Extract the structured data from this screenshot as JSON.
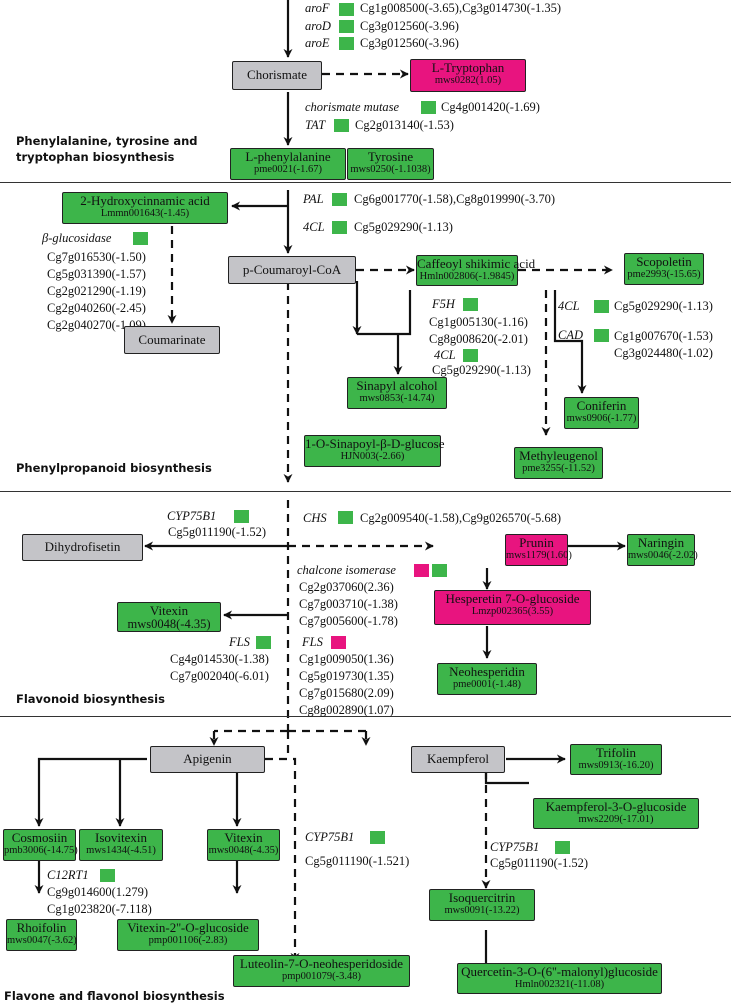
{
  "colors": {
    "down_regulated": "#3db54a",
    "up_regulated": "#e8147f",
    "not_measured": "#c4c4c8"
  },
  "sections": {
    "s1_l1": "Phenylalanine, tyrosine and",
    "s1_l2": "tryptophan biosynthesis",
    "s2": "Phenylpropanoid biosynthesis",
    "s3": "Flavonoid biosynthesis",
    "s4": "Flavone and flavonol biosynthesis"
  },
  "nodes": {
    "chorismate": {
      "name": "Chorismate"
    },
    "tryptophan": {
      "name": "L-Tryptophan",
      "id": "mws0282(1.05)"
    },
    "phe": {
      "name": "L-phenylalanine",
      "id": "pme0021(-1.67)"
    },
    "tyr": {
      "name": "Tyrosine",
      "id": "mws0250(-1.1038)"
    },
    "hca": {
      "name": "2-Hydroxycinnamic acid",
      "id": "Lmmn001643(-1.45)"
    },
    "pcoa": {
      "name": "p-Coumaroyl-CoA"
    },
    "csa": {
      "name": "Caffeoyl shikimic acid",
      "id": "Hmln002806(-1.9845)"
    },
    "scop": {
      "name": "Scopoletin",
      "id": "pme2993(-15.65)"
    },
    "coum": {
      "name": "Coumarinate"
    },
    "sinal": {
      "name": "Sinapyl alcohol",
      "id": "mws0853(-14.74)"
    },
    "conif": {
      "name": "Coniferin",
      "id": "mws0906(-1.77)"
    },
    "sglu": {
      "name": "1-O-Sinapoyl-β-D-glucose",
      "id": "HJN003(-2.66)"
    },
    "meug": {
      "name": "Methyleugenol",
      "id": "pme3255(-11.52)"
    },
    "dhf": {
      "name": "Dihydrofisetin"
    },
    "prunin": {
      "name": "Prunin",
      "id": "mws1179(1.60)"
    },
    "naringin": {
      "name": "Naringin",
      "id": "mws0046(-2.02)"
    },
    "hesp": {
      "name": "Hesperetin 7-O-glucoside",
      "id": "Lmzp002365(3.55)"
    },
    "vitexin1": {
      "name": "Vitexin",
      "id": "mws0048(-4.35)"
    },
    "neoh": {
      "name": "Neohesperidin",
      "id": "pme0001(-1.48)"
    },
    "apig": {
      "name": "Apigenin"
    },
    "kaem": {
      "name": "Kaempferol"
    },
    "trif": {
      "name": "Trifolin",
      "id": "mws0913(-16.20)"
    },
    "k3g": {
      "name": "Kaempferol-3-O-glucoside",
      "id": "mws2209(-17.01)"
    },
    "cosm": {
      "name": "Cosmosiin",
      "id": "pmb3006(-14.75)"
    },
    "isov": {
      "name": "Isovitexin",
      "id": "mws1434(-4.51)"
    },
    "vitexin2": {
      "name": "Vitexin",
      "id": "mws0048(-4.35)"
    },
    "isoq": {
      "name": "Isoquercitrin",
      "id": "mws0091(-13.22)"
    },
    "rhoi": {
      "name": "Rhoifolin",
      "id": "mws0047(-3.62)"
    },
    "v2g": {
      "name": "Vitexin-2''-O-glucoside",
      "id": "pmp001106(-2.83)"
    },
    "lut": {
      "name": "Luteolin-7-O-neohesperidoside",
      "id": "pmp001079(-3.48)"
    },
    "q3m": {
      "name": "Quercetin-3-O-(6''-malonyl)glucoside",
      "id": "Hmln002321(-11.08)"
    }
  },
  "genes": {
    "aroF": {
      "enzyme": "aroF",
      "ids": "Cg1g008500(-3.65),Cg3g014730(-1.35)"
    },
    "aroD": {
      "enzyme": "aroD",
      "ids": "Cg3g012560(-3.96)"
    },
    "aroE": {
      "enzyme": "aroE",
      "ids": "Cg3g012560(-3.96)"
    },
    "cm": {
      "enzyme": "chorismate mutase",
      "ids": "Cg4g001420(-1.69)"
    },
    "tat": {
      "enzyme": "TAT",
      "ids": "Cg2g013140(-1.53)"
    },
    "pal": {
      "enzyme": "PAL",
      "ids": "Cg6g001770(-1.58),Cg8g019990(-3.70)"
    },
    "cl4a": {
      "enzyme": "4CL",
      "ids": "Cg5g029290(-1.13)"
    },
    "bglu": {
      "enzyme": "β-glucosidase",
      "g1": "Cg7g016530(-1.50)",
      "g2": "Cg5g031390(-1.57)",
      "g3": "Cg2g021290(-1.19)",
      "g4": "Cg2g040260(-2.45)",
      "g5": "Cg2g040270(-1.09)"
    },
    "f5h": {
      "enzyme": "F5H",
      "g1": "Cg1g005130(-1.16)",
      "g2": "Cg8g008620(-2.01)"
    },
    "cl4b": {
      "enzyme": "4CL",
      "ids": "Cg5g029290(-1.13)"
    },
    "cl4c": {
      "enzyme": "4CL",
      "ids": "Cg5g029290(-1.13)"
    },
    "cad": {
      "enzyme": "CAD",
      "g1": "Cg1g007670(-1.53)",
      "g2": "Cg3g024480(-1.02)"
    },
    "cypA": {
      "enzyme": "CYP75B1",
      "ids": "Cg5g011190(-1.52)"
    },
    "chs": {
      "enzyme": "CHS",
      "ids": "Cg2g009540(-1.58),Cg9g026570(-5.68)"
    },
    "chi": {
      "enzyme": "chalcone isomerase",
      "g1": "Cg2g037060(2.36)",
      "g2": "Cg7g003710(-1.38)",
      "g3": "Cg7g005600(-1.78)"
    },
    "flsA": {
      "enzyme": "FLS",
      "g1": "Cg4g014530(-1.38)",
      "g2": "Cg7g002040(-6.01)"
    },
    "flsB": {
      "enzyme": "FLS",
      "g1": "Cg1g009050(1.36)",
      "g2": "Cg5g019730(1.35)",
      "g3": "Cg7g015680(2.09)",
      "g4": "Cg8g002890(1.07)"
    },
    "cypB": {
      "enzyme": "CYP75B1",
      "ids": "Cg5g011190(-1.521)"
    },
    "cypC": {
      "enzyme": "CYP75B1",
      "ids": "Cg5g011190(-1.52)"
    },
    "c12": {
      "enzyme": "C12RT1",
      "g1": "Cg9g014600(1.279)",
      "g2": "Cg1g023820(-7.118)"
    }
  }
}
